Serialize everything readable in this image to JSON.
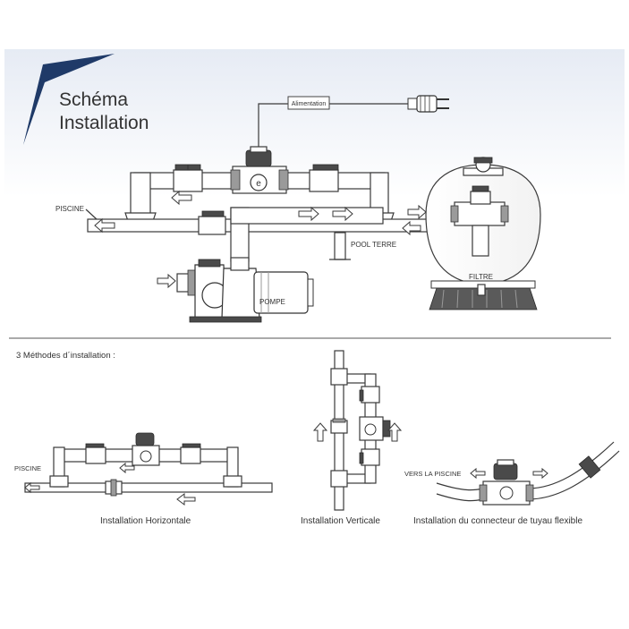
{
  "header": {
    "title_line1": "Schéma",
    "title_line2": "Installation",
    "accent_color": "#1f3a68"
  },
  "top_diagram": {
    "label_alimentation": "Alimentation",
    "label_piscine": "PISCINE",
    "label_pool_terre": "POOL TERRE",
    "label_filtre": "FILTRE",
    "label_pompe": "POMPE"
  },
  "bottom": {
    "methods_heading": "3 Méthodes d´installation :",
    "horizontal_piscine": "PISCINE",
    "horizontal_caption": "Installation Horizontale",
    "vertical_caption": "Installation Verticale",
    "flexible_label": "VERS LA PISCINE",
    "flexible_caption": "Installation du connecteur de tuyau flexible"
  }
}
